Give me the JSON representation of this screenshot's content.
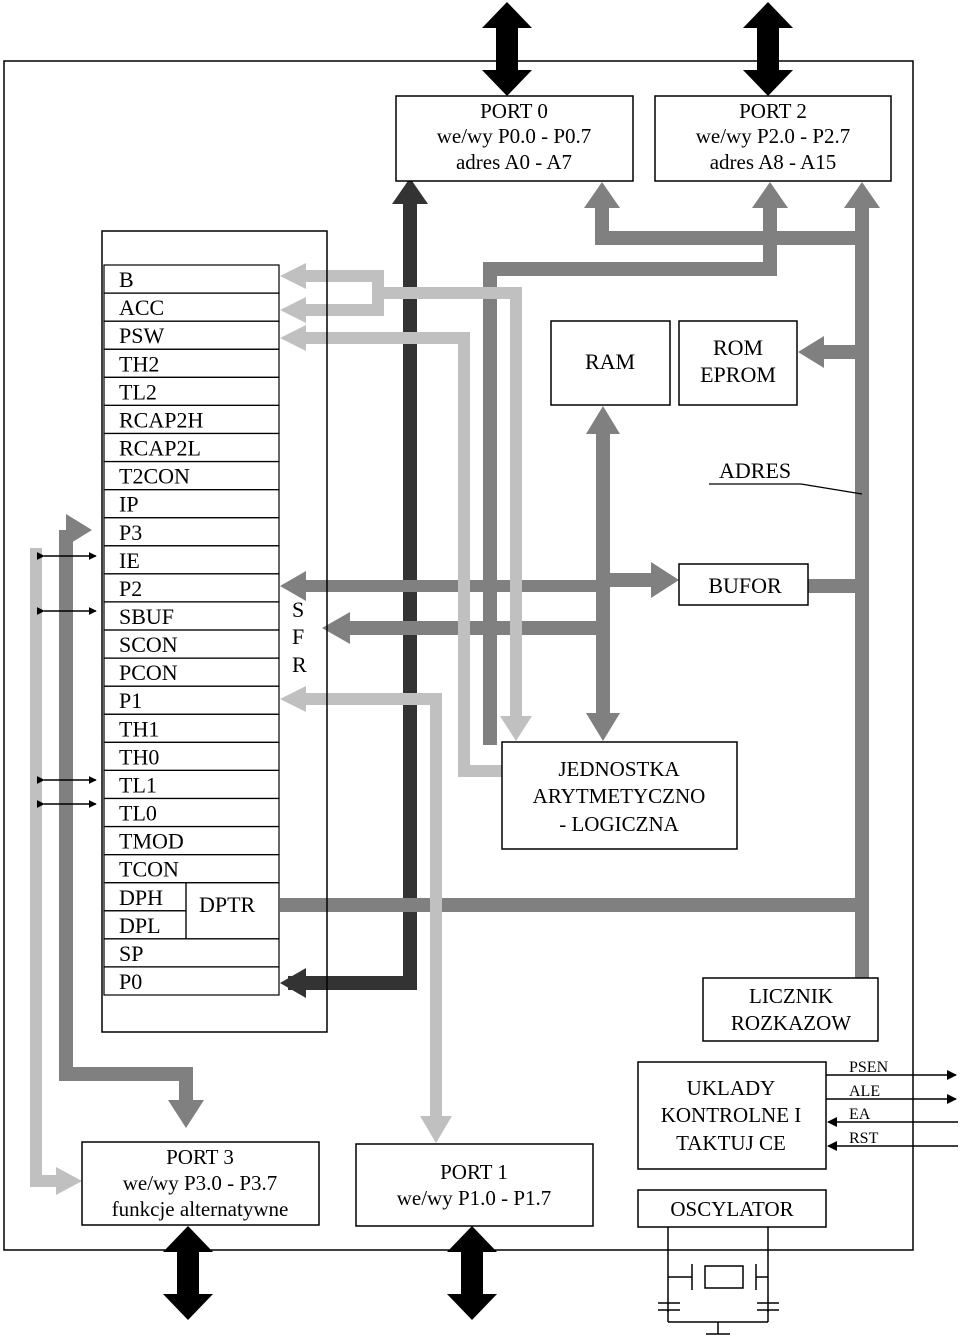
{
  "blocks": {
    "port0": {
      "title": "PORT 0",
      "line2": "we/wy P0.0 - P0.7",
      "line3": "adres A0 - A7"
    },
    "port2": {
      "title": "PORT 2",
      "line2": "we/wy P2.0 - P2.7",
      "line3": "adres A8 - A15"
    },
    "port3": {
      "title": "PORT 3",
      "line2": "we/wy P3.0 - P3.7",
      "line3": "funkcje alternatywne"
    },
    "port1": {
      "title": "PORT 1",
      "line2": "we/wy P1.0 - P1.7"
    },
    "ram": {
      "label": "RAM"
    },
    "rom": {
      "line1": "ROM",
      "line2": "EPROM"
    },
    "adres": {
      "label": "ADRES"
    },
    "bufor": {
      "label": "BUFOR"
    },
    "alu": {
      "line1": "JEDNOSTKA",
      "line2": "ARYTMETYCZNO",
      "line3": "- LOGICZNA"
    },
    "licznik": {
      "line1": "LICZNIK",
      "line2": "ROZKAZOW"
    },
    "uklady": {
      "line1": "UKLADY",
      "line2": "KONTROLNE I",
      "line3": "TAKTUJ   CE"
    },
    "oscylator": {
      "label": "OSCYLATOR"
    }
  },
  "sfr": {
    "side_label": [
      "S",
      "F",
      "R"
    ],
    "registers": [
      "B",
      "ACC",
      "PSW",
      "TH2",
      "TL2",
      "RCAP2H",
      "RCAP2L",
      "T2CON",
      "IP",
      "P3",
      "IE",
      "P2",
      "SBUF",
      "SCON",
      "PCON",
      "P1",
      "TH1",
      "TH0",
      "TL1",
      "TL0",
      "TMOD",
      "TCON",
      "DPH",
      "DPL",
      "SP",
      "P0"
    ],
    "dptr_label": "DPTR"
  },
  "signals": [
    "PSEN",
    "ALE",
    "EA",
    "RST"
  ],
  "colors": {
    "dark_bus": "#333333",
    "mid_bus": "#808080",
    "light_bus": "#c0c0c0",
    "io_arrow": "#000000",
    "outline": "#000000"
  }
}
